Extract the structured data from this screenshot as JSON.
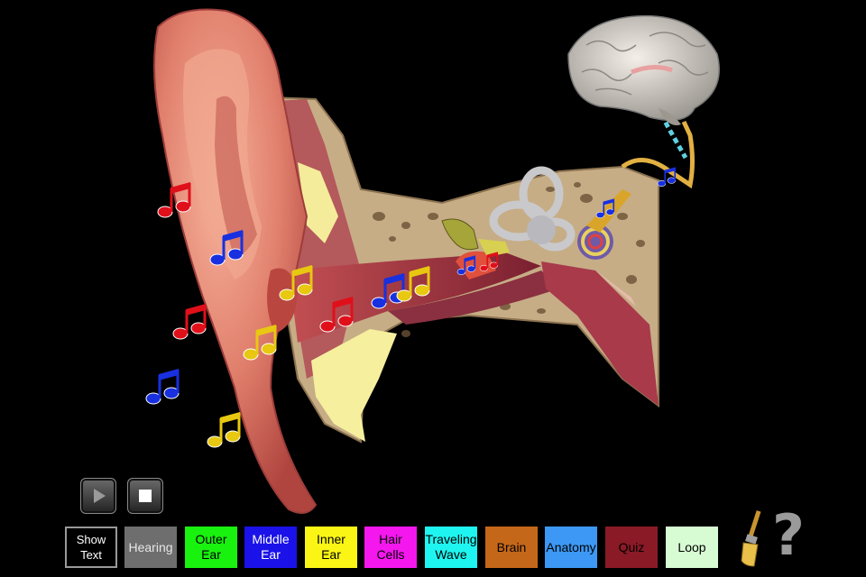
{
  "buttons": [
    {
      "id": "show-text",
      "label": "Show\nText",
      "bg": "#000000",
      "fg": "#ffffff"
    },
    {
      "id": "hearing",
      "label": "Hearing",
      "bg": "#6e6e6e",
      "fg": "#e6e6e6"
    },
    {
      "id": "outer-ear",
      "label": "Outer\nEar",
      "bg": "#19f20f",
      "fg": "#000000"
    },
    {
      "id": "middle-ear",
      "label": "Middle\nEar",
      "bg": "#1a12e8",
      "fg": "#ffffff"
    },
    {
      "id": "inner-ear",
      "label": "Inner\nEar",
      "bg": "#fbf515",
      "fg": "#000000"
    },
    {
      "id": "hair-cells",
      "label": "Hair\nCells",
      "bg": "#f417ee",
      "fg": "#000000"
    },
    {
      "id": "traveling-wave",
      "label": "Traveling\nWave",
      "bg": "#1ff5f0",
      "fg": "#000000"
    },
    {
      "id": "brain",
      "label": "Brain",
      "bg": "#c56719",
      "fg": "#000000"
    },
    {
      "id": "anatomy",
      "label": "Anatomy",
      "bg": "#3c98f4",
      "fg": "#000000"
    },
    {
      "id": "quiz",
      "label": "Quiz",
      "bg": "#8a1a26",
      "fg": "#000000"
    },
    {
      "id": "loop",
      "label": "Loop",
      "bg": "#d7fbd3",
      "fg": "#000000"
    }
  ],
  "help_symbol": "?",
  "icons": {
    "play": "play-icon",
    "stop": "stop-icon",
    "paint": "paintbrush-icon",
    "help": "question-mark-icon",
    "notes": "music-note-icon"
  },
  "note_colors": [
    "#e0101a",
    "#1830e0",
    "#e8c810"
  ]
}
